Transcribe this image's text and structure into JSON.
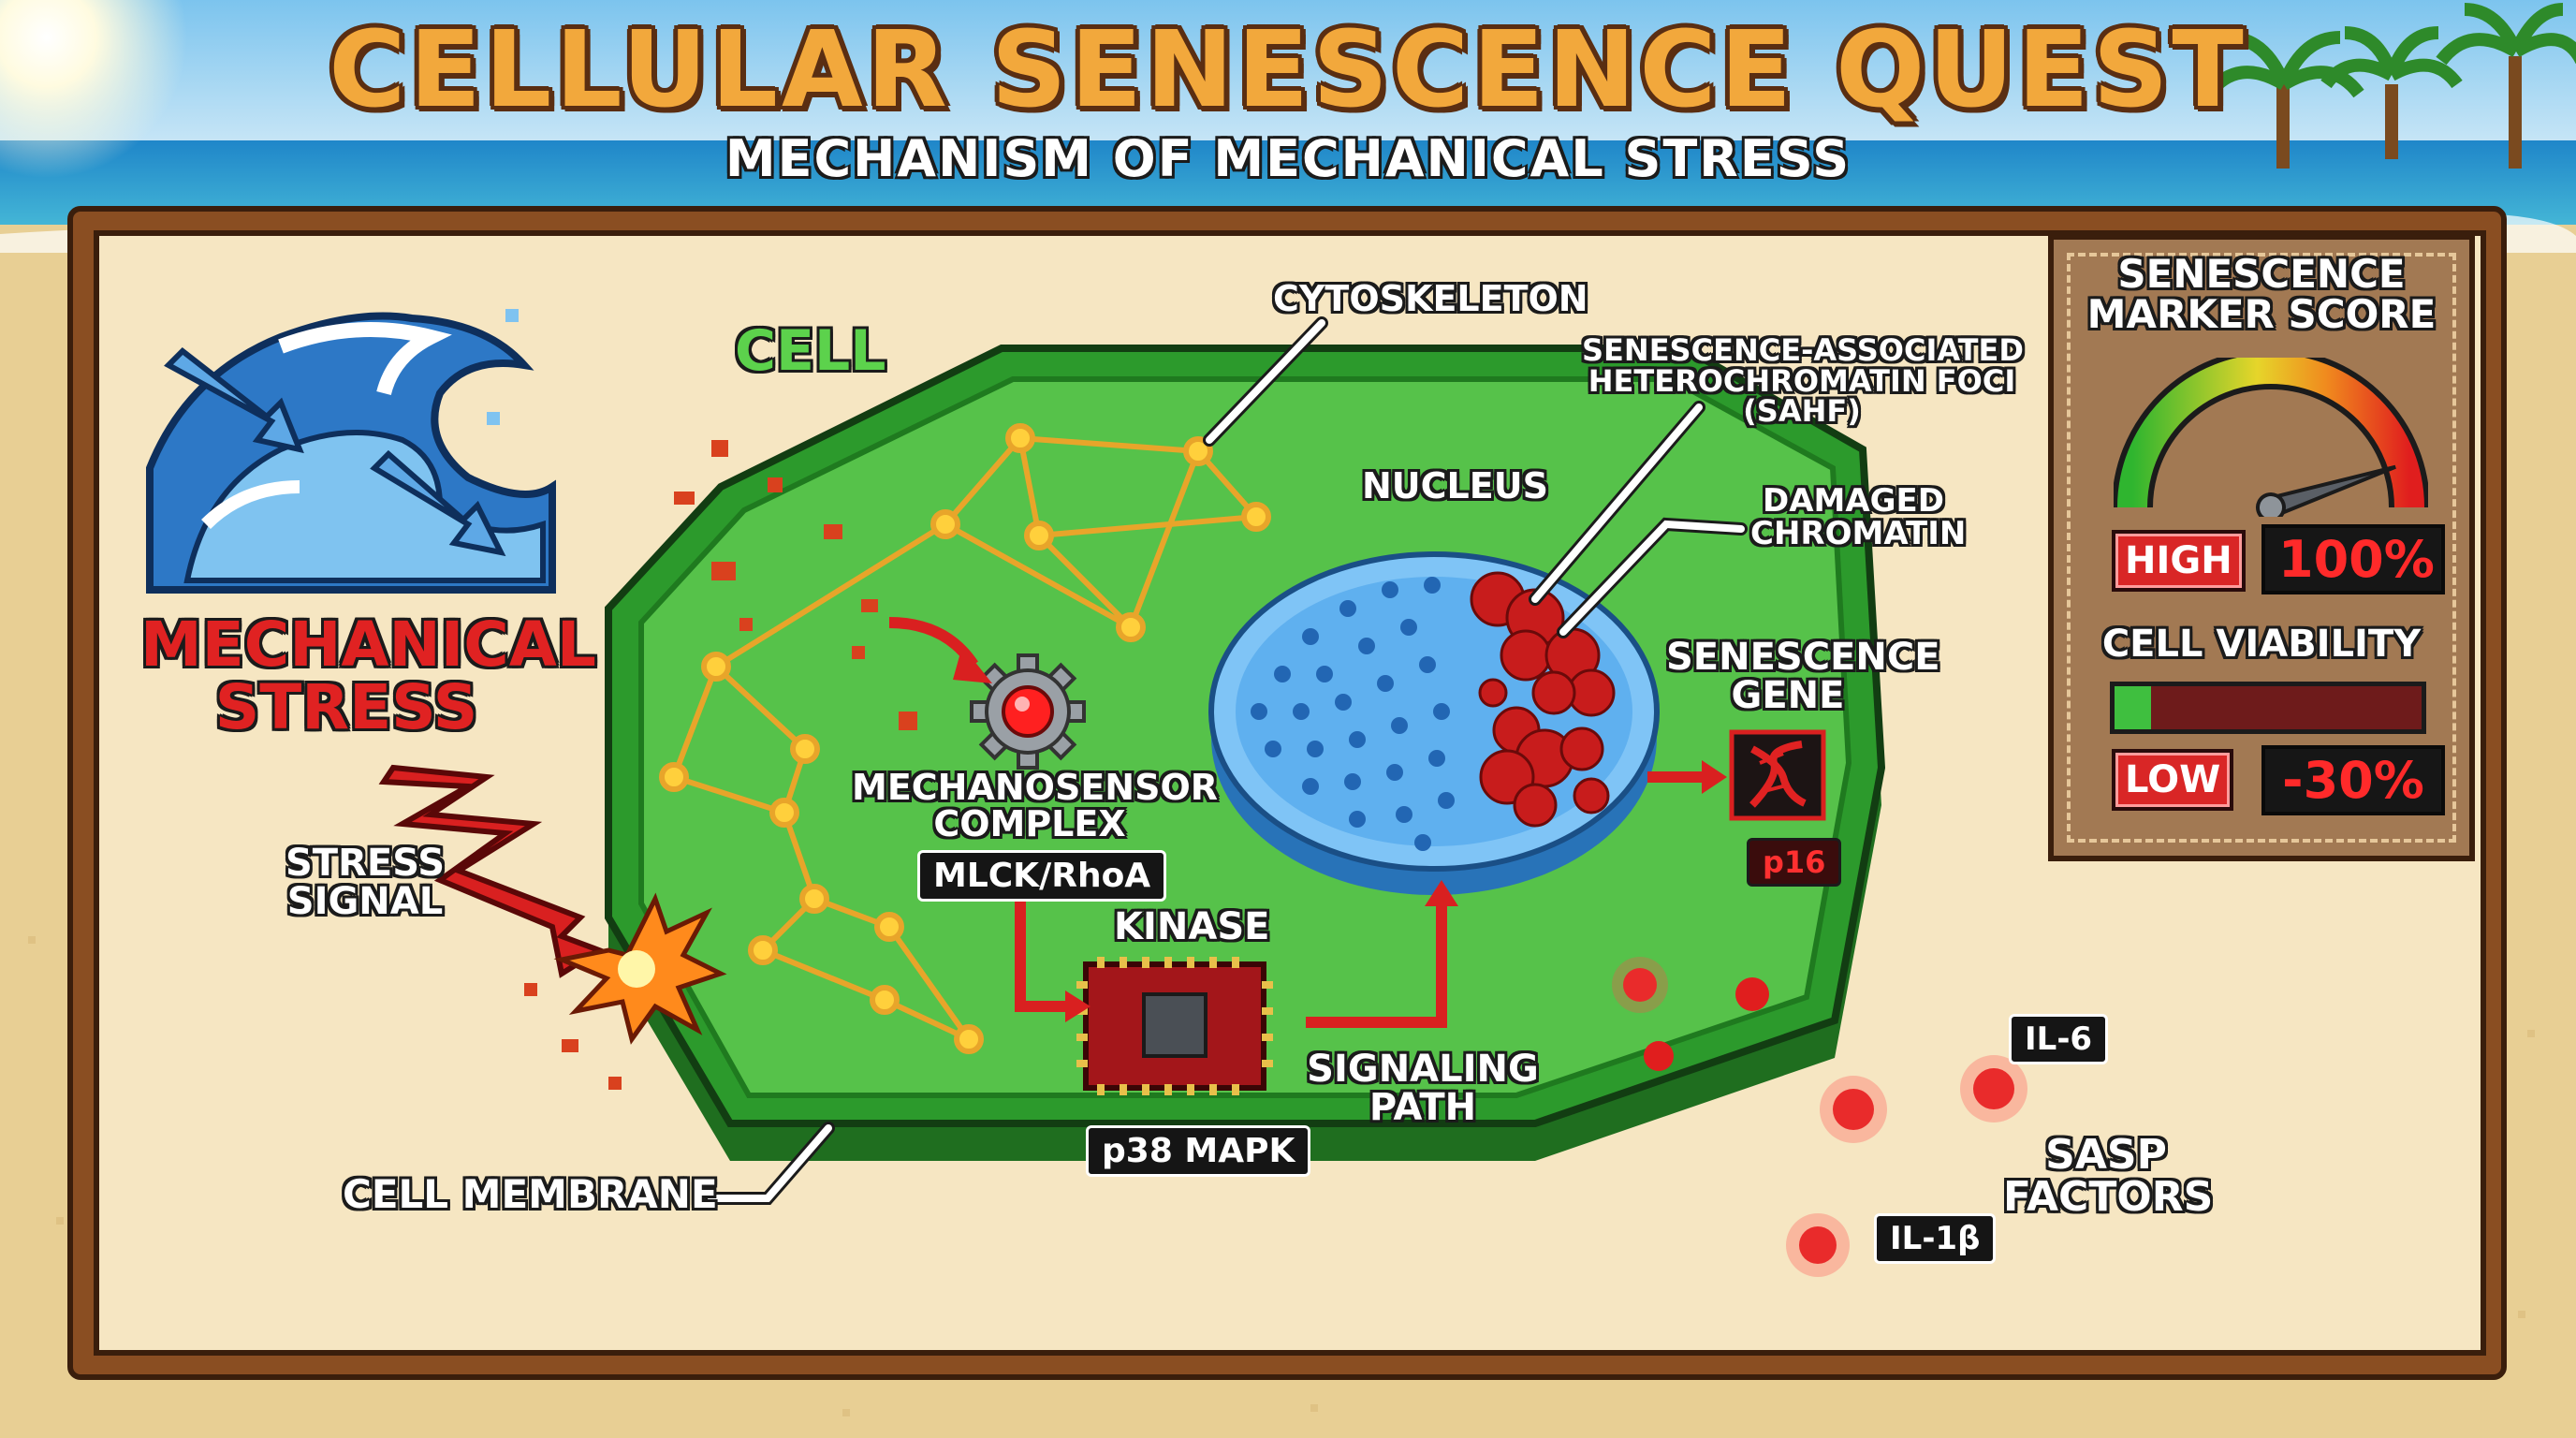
{
  "title": "CELLULAR SENESCENCE QUEST",
  "subtitle": "MECHANISM OF MECHANICAL STRESS",
  "labels": {
    "mechanical_stress": "MECHANICAL\nSTRESS",
    "stress_signal": "STRESS\nSIGNAL",
    "cell": "CELL",
    "cytoskeleton": "CYTOSKELETON",
    "nucleus": "NUCLEUS",
    "sahf": "SENESCENCE-ASSOCIATED\nHETEROCHROMATIN FOCI\n(SAHF)",
    "damaged_chromatin": "DAMAGED\nCHROMATIN",
    "senescence_gene": "SENESCENCE\nGENE",
    "p16": "p16",
    "mechanosensor": "MECHANOSENSOR\nCOMPLEX",
    "mlck": "MLCK/RhoA",
    "kinase": "KINASE",
    "p38": "p38 MAPK",
    "signaling_path": "SIGNALING\nPATH",
    "cell_membrane": "CELL MEMBRANE",
    "il6": "IL-6",
    "il1b": "IL-1β",
    "sasp": "SASP\nFACTORS"
  },
  "panel": {
    "marker_title": "SENESCENCE\nMARKER SCORE",
    "marker_level": "HIGH",
    "marker_value": "100%",
    "marker_fraction": 0.9,
    "viability_title": "CELL VIABILITY",
    "viability_level": "LOW",
    "viability_value": "-30%",
    "viability_fraction": 0.12
  },
  "colors": {
    "cell_green": "#4dbf3f",
    "membrane_dark": "#1e7a1e",
    "cytoskeleton": "#f2b233",
    "nucleus_blue": "#5fb6f2",
    "chromatin_red": "#d62020",
    "title_orange": "#f2a83c"
  },
  "icons": [
    "wave-icon",
    "lightning-icon",
    "gear-icon",
    "chip-icon",
    "dna-icon",
    "palm-tree-icon",
    "sun-icon"
  ]
}
